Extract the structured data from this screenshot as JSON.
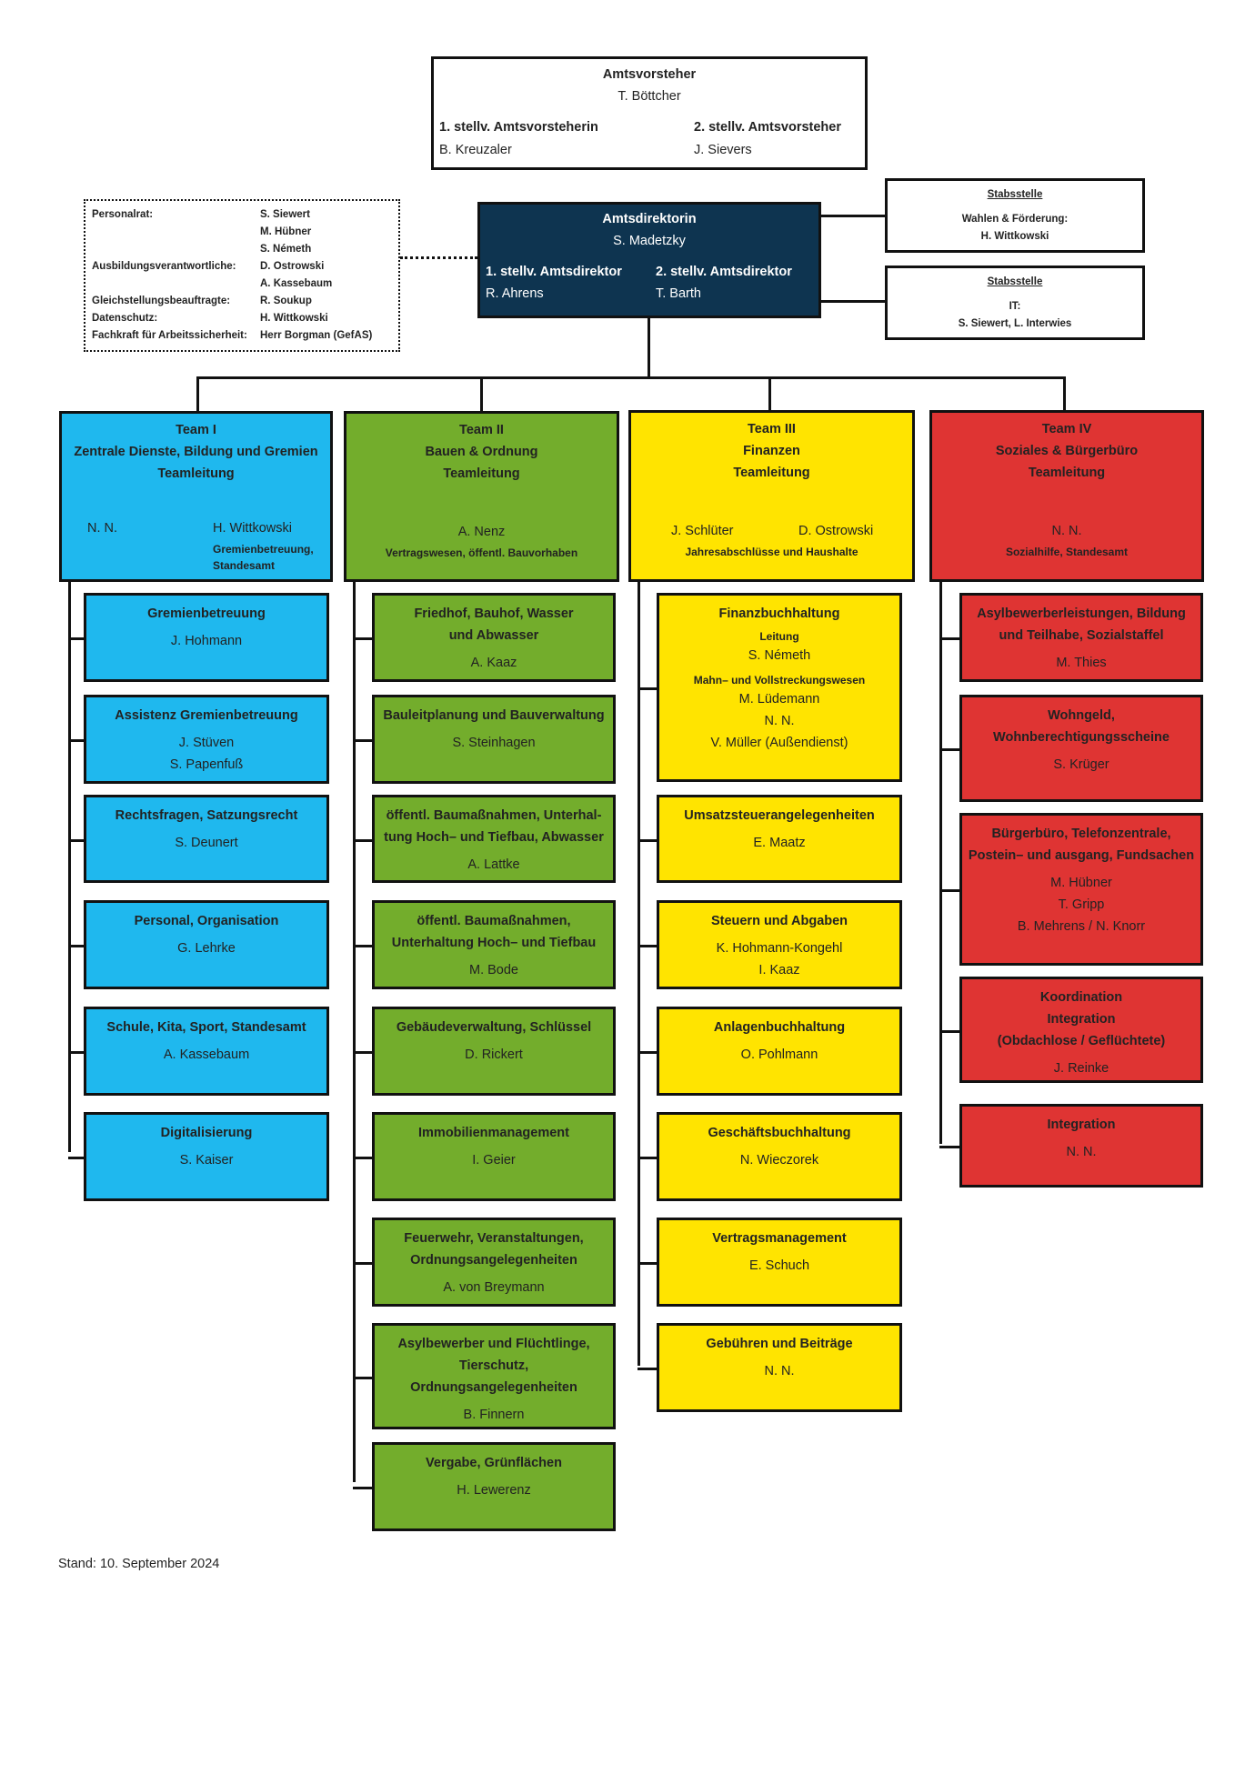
{
  "top": {
    "title": "Amtsvorsteher",
    "name": "T. Böttcher",
    "deputy1_title": "1. stellv.  Amtsvorsteherin",
    "deputy1_name": "B. Kreuzaler",
    "deputy2_title": "2. stellv. Amtsvorsteher",
    "deputy2_name": "J. Sievers"
  },
  "director": {
    "title": "Amtsdirektorin",
    "name": "S. Madetzky",
    "deputy1_title": "1. stellv. Amtsdirektor",
    "deputy1_name": "R. Ahrens",
    "deputy2_title": "2. stellv. Amtsdirektor",
    "deputy2_name": "T. Barth"
  },
  "staff": [
    {
      "heading": "Stabsstelle",
      "title": "Wahlen & Förderung:",
      "name": "H. Wittkowski"
    },
    {
      "heading": "Stabsstelle",
      "title": "IT:",
      "name": "S. Siewert, L. Interwies"
    }
  ],
  "council": {
    "labels": [
      "Personalrat:",
      "",
      "",
      "Ausbildungsverantwortliche:",
      "",
      "Gleichstellungsbeauftragte:",
      "Datenschutz:",
      "Fachkraft für Arbeitssicherheit:"
    ],
    "names": [
      "S. Siewert",
      "M. Hübner",
      "S. Németh",
      "D. Ostrowski",
      "A. Kassebaum",
      "R. Soukup",
      "H. Wittkowski",
      "Herr Borgman (GefAS)"
    ]
  },
  "teams": [
    {
      "title": "Team I\nZentrale Dienste, Bildung und Gremien\nTeamleitung",
      "lead_left": "N. N.",
      "lead_right": "H. Wittkowski",
      "lead_sub": "Gremienbetreuung,\nStandesamt",
      "units": [
        {
          "title": "Gremienbetreuung",
          "names": "J. Hohmann"
        },
        {
          "title": "Assistenz Gremienbetreuung",
          "names": "J. Stüven\nS. Papenfuß"
        },
        {
          "title": "Rechtsfragen, Satzungsrecht",
          "names": "S. Deunert"
        },
        {
          "title": "Personal, Organisation",
          "names": "G. Lehrke"
        },
        {
          "title": "Schule, Kita, Sport, Standesamt",
          "names": "A. Kassebaum"
        },
        {
          "title": "Digitalisierung",
          "names": "S. Kaiser"
        }
      ]
    },
    {
      "title": "Team II\nBauen & Ordnung\nTeamleitung",
      "lead": "A. Nenz",
      "lead_sub": "Vertragswesen, öffentl. Bauvorhaben",
      "units": [
        {
          "title": "Friedhof, Bauhof, Wasser\nund Abwasser",
          "names": "A. Kaaz"
        },
        {
          "title": "Bauleitplanung und Bauverwaltung",
          "names": "S. Steinhagen"
        },
        {
          "title": "öffentl. Baumaßnahmen, Unterhal-\ntung Hoch– und Tiefbau, Abwasser",
          "names": "A. Lattke"
        },
        {
          "title": "öffentl. Baumaßnahmen,\nUnterhaltung Hoch– und Tiefbau",
          "names": "M. Bode"
        },
        {
          "title": "Gebäudeverwaltung, Schlüssel",
          "names": "D. Rickert"
        },
        {
          "title": "Immobilienmanagement",
          "names": "I. Geier"
        },
        {
          "title": "Feuerwehr, Veranstaltungen,\nOrdnungsangelegenheiten",
          "names": "A. von Breymann"
        },
        {
          "title": "Asylbewerber und  Flüchtlinge,\nTierschutz,\nOrdnungsangelegenheiten",
          "names": "B. Finnern"
        },
        {
          "title": "Vergabe, Grünflächen",
          "names": "H. Lewerenz"
        }
      ]
    },
    {
      "title": "Team III\nFinanzen\nTeamleitung",
      "lead_left": "J. Schlüter",
      "lead_right": "D. Ostrowski",
      "lead_sub": "Jahresabschlüsse und Haushalte",
      "units": [
        {
          "title": "Finanzbuchhaltung",
          "sub1": "Leitung",
          "names1": "S. Németh",
          "sub2": "Mahn– und Vollstreckungswesen",
          "names2": "M. Lüdemann\nN. N.\nV. Müller (Außendienst)"
        },
        {
          "title": "Umsatzsteuerangelegenheiten",
          "names": "E. Maatz"
        },
        {
          "title": "Steuern und Abgaben",
          "names": "K. Hohmann-Kongehl\nI. Kaaz"
        },
        {
          "title": "Anlagenbuchhaltung",
          "names": "O. Pohlmann"
        },
        {
          "title": "Geschäftsbuchhaltung",
          "names": "N. Wieczorek"
        },
        {
          "title": "Vertragsmanagement",
          "names": "E. Schuch"
        },
        {
          "title": "Gebühren und Beiträge",
          "names": "N. N."
        }
      ]
    },
    {
      "title": "Team IV\nSoziales & Bürgerbüro\nTeamleitung",
      "lead": "N. N.",
      "lead_sub": "Sozialhilfe, Standesamt",
      "units": [
        {
          "title": "Asylbewerberleistungen, Bildung\nund Teilhabe, Sozialstaffel",
          "names": "M. Thies"
        },
        {
          "title": "Wohngeld,\nWohnberechtigungsscheine",
          "names": "S. Krüger"
        },
        {
          "title": "Bürgerbüro, Telefonzentrale,\nPostein– und ausgang, Fundsachen",
          "names": "M. Hübner\nT. Gripp\nB. Mehrens / N. Knorr"
        },
        {
          "title": "Koordination\nIntegration\n(Obdachlose / Geflüchtete)",
          "names": "J. Reinke"
        },
        {
          "title": "Integration",
          "names": "N. N."
        }
      ]
    }
  ],
  "footer": "Stand: 10. September 2024",
  "colors": {
    "team1": "#1fb8ee",
    "team2": "#73ad2c",
    "team3": "#ffe400",
    "team4": "#df3433",
    "director": "#0e3450"
  }
}
